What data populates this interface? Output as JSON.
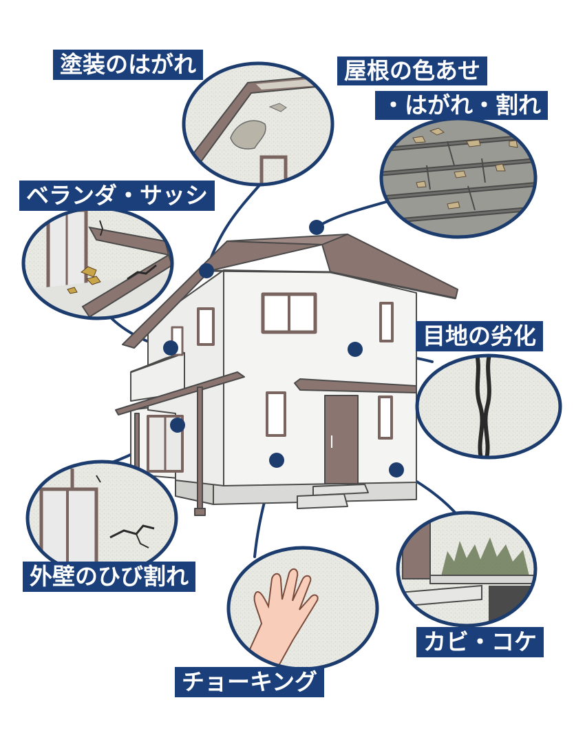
{
  "colors": {
    "label_bg": "#1b3f7a",
    "ring": "#1d3c6e",
    "wall": "#f4f4f2",
    "trim": "#7a6460",
    "roof": "#8a7570",
    "outline": "#4a4a4a",
    "base": "#d9d9d7",
    "mold": "#5b6b45",
    "crack": "#2a2a2a",
    "paint_peel": "#b9b4a8",
    "hand": "#f8cdb9"
  },
  "labels": {
    "peeling_paint": "塗装のはがれ",
    "roof_line1": "屋根の色あせ",
    "roof_line2": "・はがれ・割れ",
    "veranda": "ベランダ・サッシ",
    "joint": "目地の劣化",
    "wall_crack": "外壁のひび割れ",
    "chalking": "チョーキング",
    "mold": "カビ・コケ"
  }
}
